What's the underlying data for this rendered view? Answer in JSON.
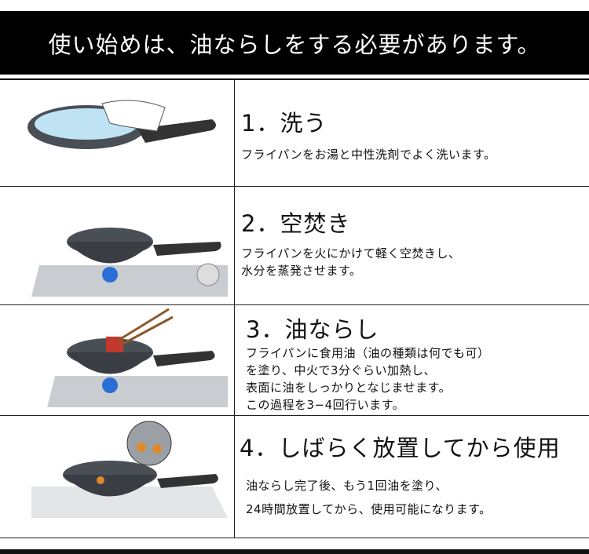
{
  "banner": "使い始めは、油ならしをする必要があります。",
  "steps": [
    {
      "title": "1．洗う",
      "lines": [
        "フライパンをお湯と中性洗剤でよく洗います。"
      ]
    },
    {
      "title": "2．空焚き",
      "lines": [
        "フライパンを火にかけて軽く空焚きし、",
        "水分を蒸発させます。"
      ]
    },
    {
      "title": "3．油ならし",
      "lines": [
        "フライパンに食用油（油の種類は何でも可）",
        "を塗り、中火で3分ぐらい加熱し、",
        "表面に油をしっかりとなじませます。",
        "この過程を3−4回行います。"
      ]
    },
    {
      "title": "4．しばらく放置してから使用",
      "lines": [
        "油ならし完了後、もう1回油を塗り、",
        "24時間放置してから、使用可能になります。"
      ]
    }
  ]
}
